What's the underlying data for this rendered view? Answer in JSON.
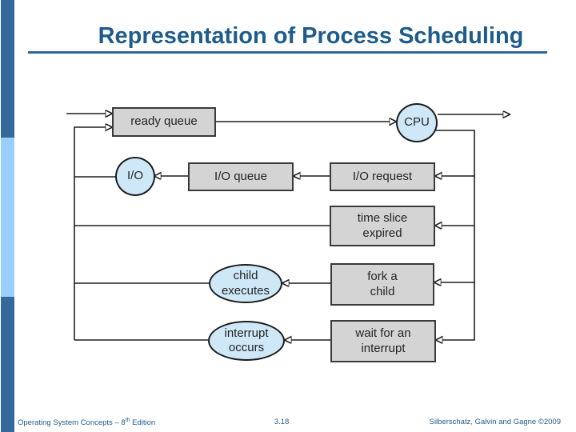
{
  "slide": {
    "title": "Representation of Process Scheduling",
    "footer": {
      "left_main": "Operating System Concepts – 8",
      "left_sup": "th",
      "left_tail": " Edition",
      "page_number": "3.18",
      "right": "Silberschatz, Galvin and Gagne ©2009"
    }
  },
  "diagram": {
    "type": "queueing-flow-diagram",
    "nodes": {
      "ready_queue": {
        "label": "ready queue",
        "shape": "rect"
      },
      "cpu": {
        "label": "CPU",
        "shape": "circle"
      },
      "io": {
        "label": "I/O",
        "shape": "circle"
      },
      "io_queue": {
        "label": "I/O queue",
        "shape": "rect"
      },
      "io_request": {
        "label": "I/O request",
        "shape": "rect"
      },
      "time_slice_expired": {
        "label": "time slice\nexpired",
        "shape": "rect"
      },
      "child_executes": {
        "label": "child\nexecutes",
        "shape": "ellipse"
      },
      "fork_a_child": {
        "label": "fork a\nchild",
        "shape": "rect"
      },
      "interrupt_occurs": {
        "label": "interrupt\noccurs",
        "shape": "ellipse"
      },
      "wait_for_interrupt": {
        "label": "wait for an\ninterrupt",
        "shape": "rect"
      }
    },
    "edges": [
      {
        "from": "external-in",
        "to": "ready_queue"
      },
      {
        "from": "ready_queue",
        "to": "cpu"
      },
      {
        "from": "cpu",
        "to": "external-out"
      },
      {
        "from": "cpu",
        "to": "io_request"
      },
      {
        "from": "cpu",
        "to": "time_slice_expired"
      },
      {
        "from": "cpu",
        "to": "fork_a_child"
      },
      {
        "from": "cpu",
        "to": "wait_for_interrupt"
      },
      {
        "from": "io_request",
        "to": "io_queue"
      },
      {
        "from": "io_queue",
        "to": "io"
      },
      {
        "from": "io",
        "to": "ready_queue"
      },
      {
        "from": "time_slice_expired",
        "to": "ready_queue"
      },
      {
        "from": "fork_a_child",
        "to": "child_executes"
      },
      {
        "from": "child_executes",
        "to": "ready_queue"
      },
      {
        "from": "wait_for_interrupt",
        "to": "interrupt_occurs"
      },
      {
        "from": "interrupt_occurs",
        "to": "ready_queue"
      }
    ]
  },
  "colors": {
    "accent_dark_blue": "#36689B",
    "accent_light_blue": "#9BCDFE",
    "title_text": "#1E5C8B",
    "underline": "#336699",
    "box_fill": "#D4D4D4",
    "ellipse_fill": "#CFE8F7",
    "line": "#1F1F1F"
  }
}
